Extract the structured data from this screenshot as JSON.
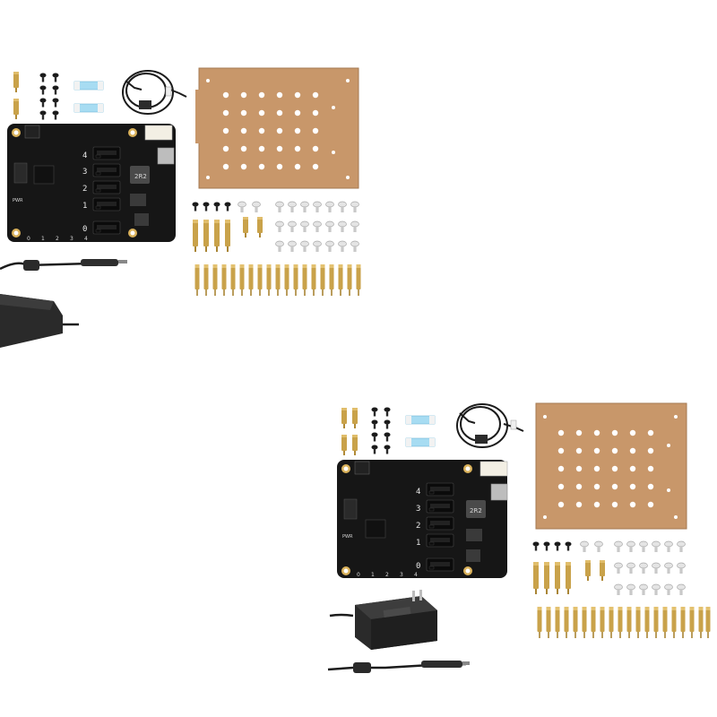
{
  "scene": {
    "background": "#ffffff",
    "colors": {
      "pcb": "#161616",
      "sata_port": "#0b0b0b",
      "acrylic": "#c8976a",
      "brass": "#c9a24a",
      "steel": "#d9d9d9",
      "black_screw": "#1a1a1a",
      "ribbon": "#9fd6ef",
      "connector_white": "#f3efe4",
      "power_cable": "#1c1c1c"
    },
    "board": {
      "port_labels": [
        "4",
        "3",
        "2",
        "1",
        "0"
      ],
      "bottom_labels": [
        "0",
        "1",
        "2",
        "3",
        "4"
      ],
      "chip_marking": "2R2",
      "small_print": "PWR"
    }
  }
}
